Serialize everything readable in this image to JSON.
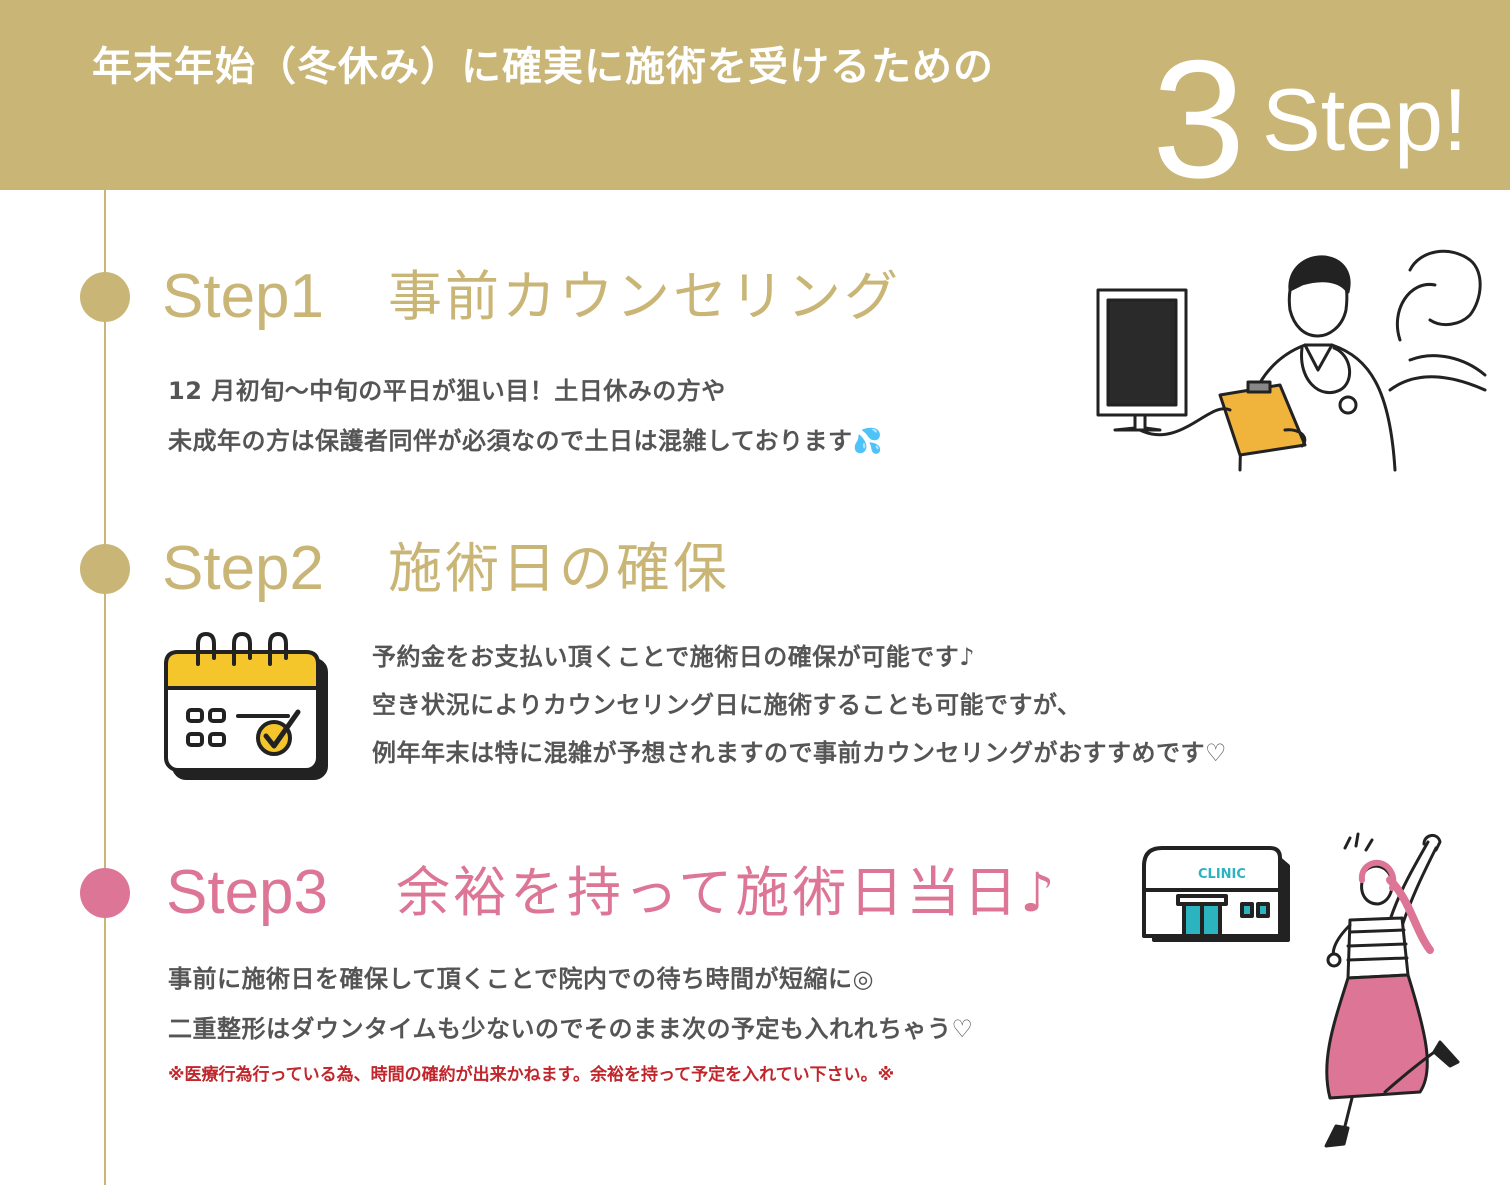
{
  "header": {
    "title": "年末年始（冬休み）に確実に施術を受けるための",
    "number": "3",
    "step_word": "Step!"
  },
  "steps": [
    {
      "label": "Step1",
      "title": "事前カウンセリング",
      "lines": [
        "12 月初旬〜中旬の平日が狙い目！土日休みの方や",
        "未成年の方は保護者同伴が必須なので土日は混雑しております💦"
      ],
      "illustration": "doctor-consultation-icon"
    },
    {
      "label": "Step2",
      "title": "施術日の確保",
      "lines": [
        "予約金をお支払い頂くことで施術日の確保が可能です♪",
        "空き状況によりカウンセリング日に施術することも可能ですが、",
        "例年年末は特に混雑が予想されますので事前カウンセリングがおすすめです♡"
      ],
      "illustration": "calendar-check-icon"
    },
    {
      "label": "Step3",
      "title": "余裕を持って施術日当日♪",
      "lines": [
        "事前に施術日を確保して頂くことで院内での待ち時間が短縮に◎",
        "二重整形はダウンタイムも少ないのでそのまま次の予定も入れれちゃう♡"
      ],
      "note": "※医療行為行っている為、時間の確約が出来かねます。余裕を持って予定を入れてい下さい。※",
      "clinic_sign": "CLINIC",
      "illustration": "happy-woman-icon"
    }
  ],
  "colors": {
    "gold": "#c9b677",
    "pink": "#dd7696",
    "text": "#555555",
    "note_red": "#c0262c",
    "calendar_yellow": "#f5c62c",
    "clinic_teal": "#2bb3c0"
  }
}
